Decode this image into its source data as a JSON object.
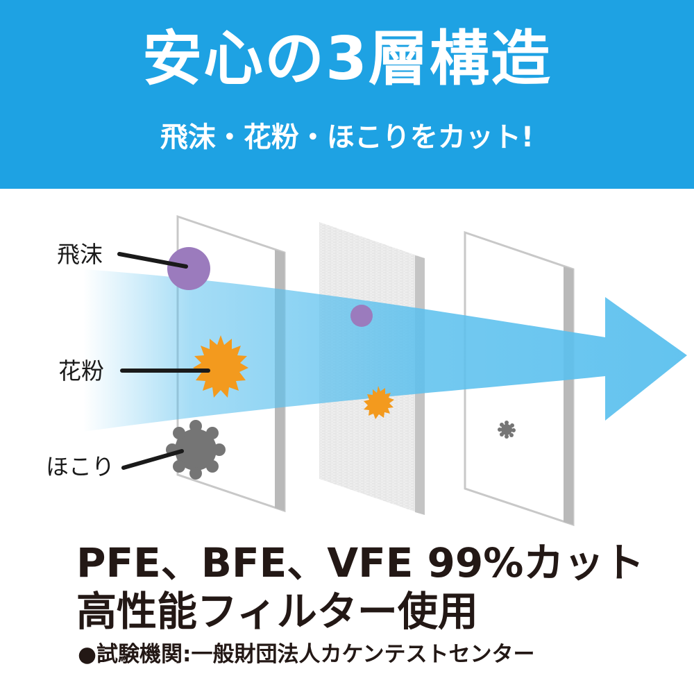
{
  "banner": {
    "title": "安心の3層構造",
    "subtitle": "飛沫・花粉・ほこりをカット!",
    "color": "#1ea2e3"
  },
  "particles": {
    "droplet": {
      "label": "飛沫",
      "color": "#9b7bbd"
    },
    "pollen": {
      "label": "花粉",
      "color": "#f39a1e"
    },
    "dust": {
      "label": "ほこり",
      "color": "#757575"
    }
  },
  "arrow_color": "#5bc0ee",
  "bottom": {
    "line1": "PFE、BFE、VFE 99%カット",
    "line2": "高性能フィルター使用",
    "note": "●試験機関:一般財団法人カケンテストセンター"
  }
}
